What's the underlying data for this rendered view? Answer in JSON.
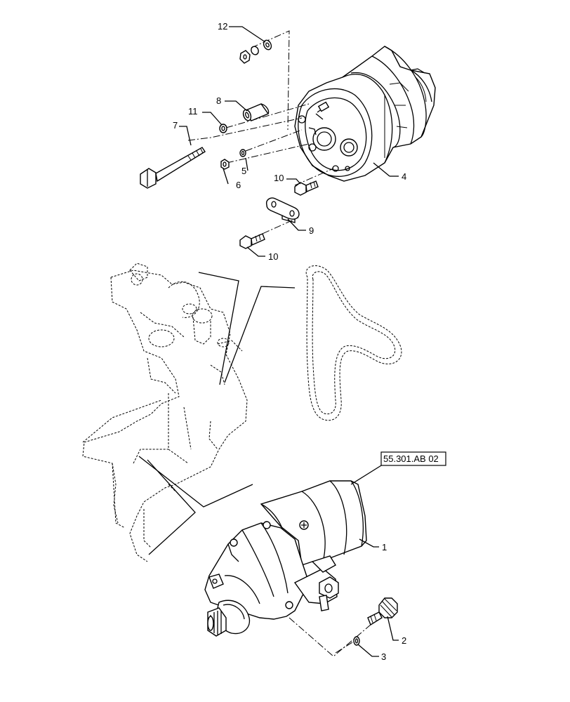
{
  "callouts": {
    "c1": "1",
    "c2": "2",
    "c3": "3",
    "c4": "4",
    "c5": "5",
    "c6": "6",
    "c7": "7",
    "c8": "8",
    "c9": "9",
    "c10a": "10",
    "c10b": "10",
    "c11": "11",
    "c12": "12"
  },
  "reference_box": "55.301.AB 02"
}
